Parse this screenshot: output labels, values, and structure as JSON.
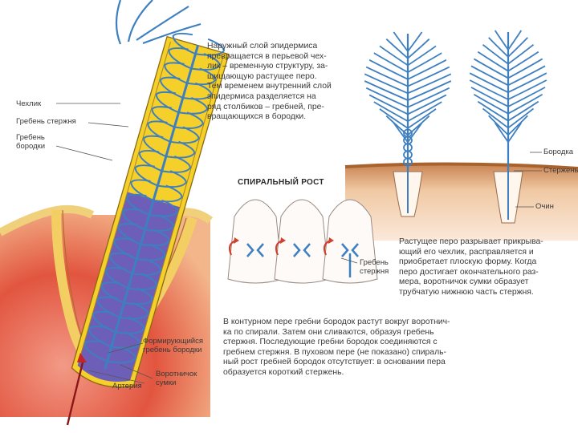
{
  "text_top": {
    "lines": [
      "Наружный слой эпидермиса",
      "превращается в перьевой чех-",
      "лик – временную структуру, за-",
      "щищающую растущее перо.",
      "Тем временем внутренний слой",
      "эпидермиса разделяется на",
      "ряд столбиков – гребней, пре-",
      "вращающихся в бородки."
    ]
  },
  "spiral": {
    "heading": "СПИРАЛЬНЫЙ РОСТ",
    "ridge_label": [
      "Гребень",
      "стержня"
    ]
  },
  "text_right": {
    "lines": [
      "Растущее перо разрывает прикрыва-",
      "ющий его чехлик, расправляется и",
      "приобретает плоскую форму. Когда",
      "перо достигает окончательного раз-",
      "мера, воротничок сумки образует",
      "трубчатую нижнюю часть стержня."
    ]
  },
  "text_bottom": {
    "lines": [
      "В контурном пере гребни бородок растут вокруг воротнич-",
      "ка по спирали. Затем они сливаются, образуя гребень",
      "стержня. Последующие гребни бородок соединяются с",
      "гребнем стержня. В пуховом пере (не показано) спираль-",
      "ный рост гребней бородок отсутствует: в основании пера",
      "образуется короткий стержень."
    ]
  },
  "labels_left": {
    "sheath": "Чехлик",
    "shaft_ridge": [
      "Гребень стержня"
    ],
    "barb_ridge": [
      "Гребень",
      "бородки"
    ],
    "forming_ridge": [
      "Формирующийся",
      "гребень бородки"
    ],
    "collar": [
      "Воротничок",
      "сумки"
    ],
    "artery": "Артерия"
  },
  "labels_right": {
    "barb": "Бородка",
    "shaft": "Стержень",
    "calamus": "Очин"
  },
  "colors": {
    "skin": "#e2553f",
    "skin_light": "#f0b07a",
    "sheath_yellow": "#f5cf2a",
    "pulp_purple": "#6d5fb8",
    "ridge_blue": "#3e7fc0",
    "soil": "#d89a6a"
  }
}
